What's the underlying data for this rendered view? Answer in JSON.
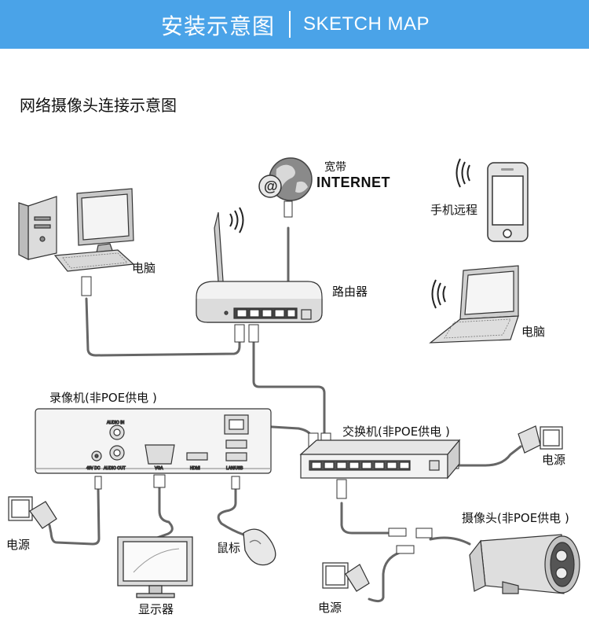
{
  "banner": {
    "title": "安装示意图",
    "subtitle": "SKETCH MAP"
  },
  "diagram": {
    "title": "网络摄像头连接示意图",
    "labels": {
      "broadband": "宽带",
      "internet": "INTERNET",
      "phone_remote": "手机远程",
      "pc_left": "电脑",
      "router": "路由器",
      "laptop": "电脑",
      "nvr": "录像机(非POE供电 )",
      "switch": "交换机(非POE供电 )",
      "power_switch": "电源",
      "camera": "摄像头(非POE供电 )",
      "power_nvr": "电源",
      "mouse": "鼠标",
      "monitor": "显示器",
      "power_camera": "电源"
    },
    "port_labels": {
      "audio_in": "AUDIO IN",
      "audio_out": "AUDIO OUT",
      "dc": "48V DC",
      "vga": "VGA",
      "hdmi": "HDMI",
      "lan_usb": "LAN/USB"
    }
  }
}
